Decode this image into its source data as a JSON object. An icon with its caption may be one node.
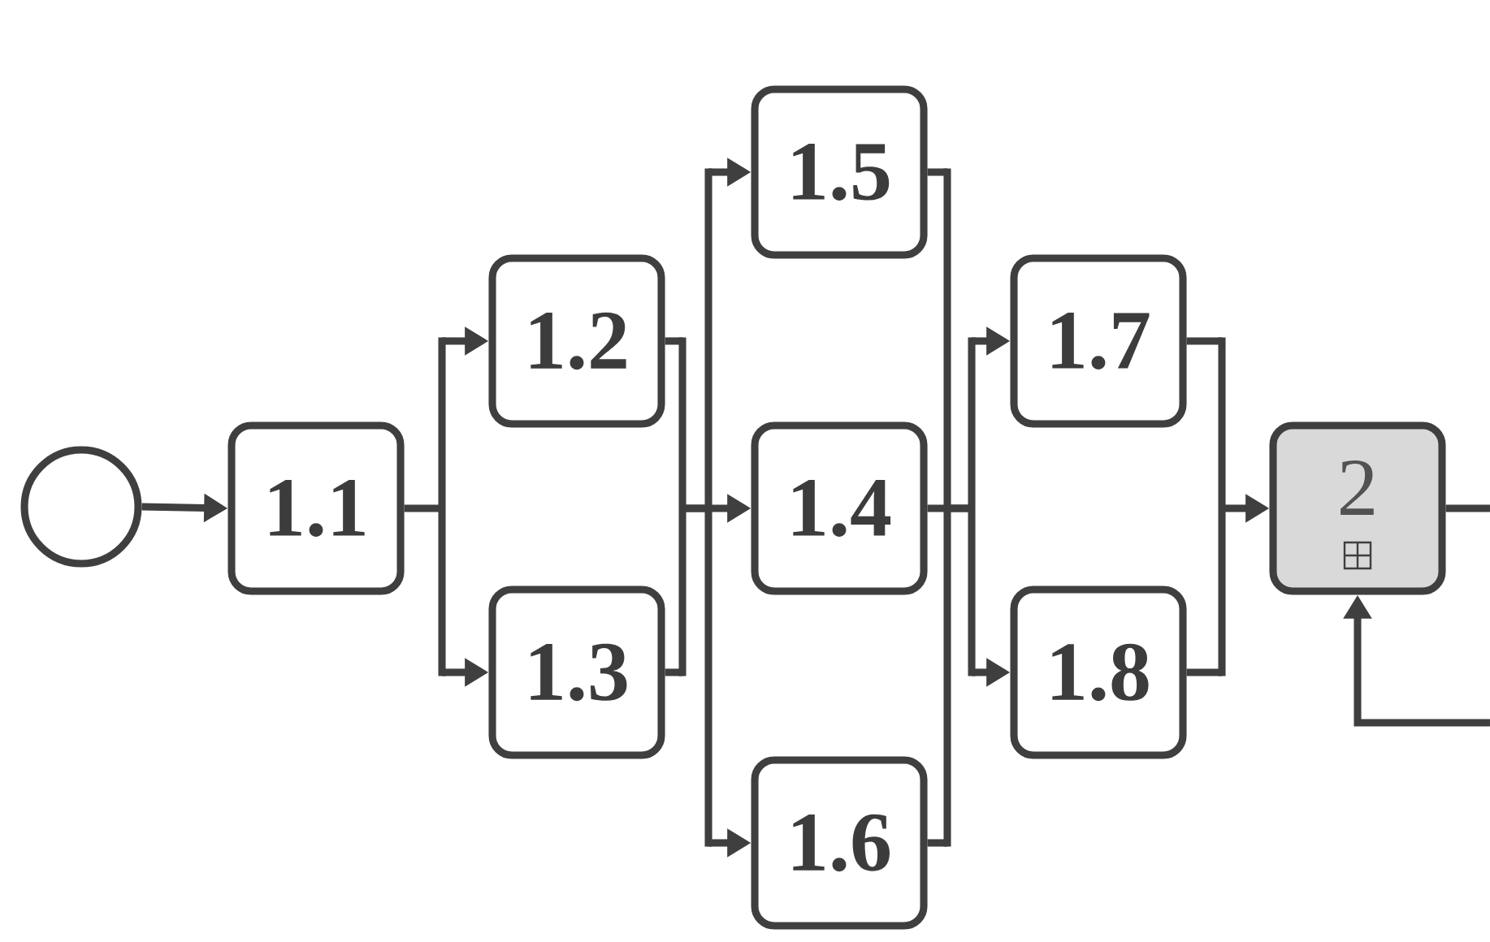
{
  "diagram": {
    "nodes": [
      {
        "text": [],
        "shape": "circle"
      },
      {
        "text": [
          "1.1"
        ]
      },
      {
        "text": [
          "1.2"
        ]
      },
      {
        "text": [
          "1.3"
        ]
      },
      {
        "text": [
          "1.5"
        ]
      },
      {
        "text": [
          "1.4"
        ]
      },
      {
        "text": [
          "1.6"
        ]
      },
      {
        "text": [
          "1.7"
        ]
      },
      {
        "text": [
          "1.8"
        ]
      },
      {
        "text": [
          "2"
        ]
      }
    ],
    "edges": [
      {
        "from": 0,
        "to": 1,
        "arrow": "to"
      },
      {
        "from": 1,
        "to": 2,
        "arrow": "to"
      },
      {
        "from": 1,
        "to": 3,
        "arrow": "to"
      },
      {
        "from": 2,
        "to": 4,
        "arrow": "to"
      },
      {
        "from": 2,
        "to": 5,
        "arrow": "to"
      },
      {
        "from": 2,
        "to": 6,
        "arrow": "to"
      },
      {
        "from": 3,
        "to": 4,
        "arrow": "to"
      },
      {
        "from": 3,
        "to": 5,
        "arrow": "to"
      },
      {
        "from": 3,
        "to": 6,
        "arrow": "to"
      },
      {
        "from": 4,
        "to": 7,
        "arrow": "to"
      },
      {
        "from": 4,
        "to": 8,
        "arrow": "to"
      },
      {
        "from": 5,
        "to": 7,
        "arrow": "to"
      },
      {
        "from": 5,
        "to": 8,
        "arrow": "to"
      },
      {
        "from": 6,
        "to": 7,
        "arrow": "to"
      },
      {
        "from": 6,
        "to": 8,
        "arrow": "to"
      },
      {
        "from": 7,
        "to": 9,
        "arrow": "to"
      },
      {
        "from": 8,
        "to": 9,
        "arrow": "to"
      },
      {
        "from": 9,
        "to": null,
        "arrow": "none"
      },
      {
        "from": null,
        "to": 9,
        "arrow": "to"
      }
    ]
  }
}
